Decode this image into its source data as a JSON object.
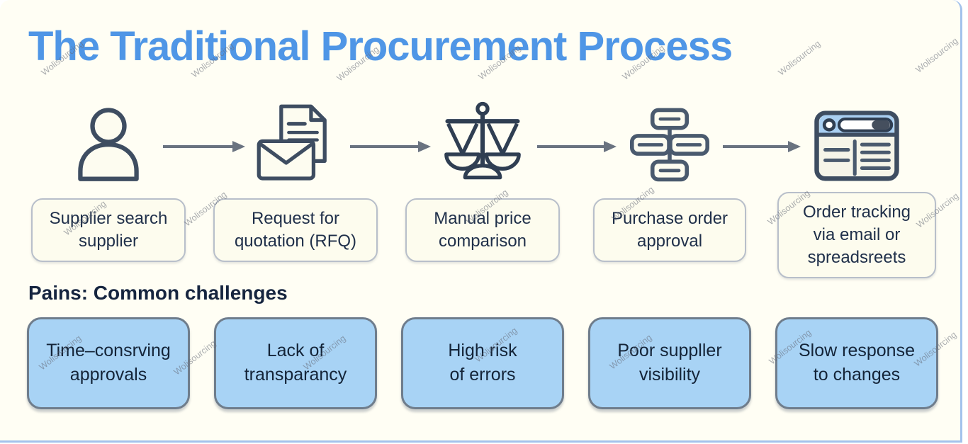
{
  "title": "The Traditional Procurement Process",
  "watermark": "Wolisourcing",
  "steps": [
    {
      "icon": "person-icon",
      "label": "Supplier search supplier"
    },
    {
      "icon": "rfq-document-icon",
      "label": "Request for quotation (RFQ)"
    },
    {
      "icon": "balance-scale-icon",
      "label": "Manual price comparison"
    },
    {
      "icon": "flowchart-icon",
      "label": "Purchase order approval"
    },
    {
      "icon": "browser-icon",
      "label": "Order tracking via email or spreadsreets"
    }
  ],
  "pains": {
    "heading": "Pains: Common challenges",
    "items": [
      "Time–consrving approvals",
      "Lack of transparancy",
      "High risk of errors",
      "Poor suppller visibility",
      "Slow response to changes"
    ]
  },
  "colors": {
    "title_blue": "#4f96e6",
    "pain_box_fill": "#a8d3f5",
    "pain_box_border": "#6f7d8c",
    "label_box_fill": "#fdfcee",
    "icon_stroke": "#3e4d61",
    "browser_header_blue": "#a9cff2",
    "arrow_gray": "#6a7380",
    "background_cream": "#fffef4"
  }
}
